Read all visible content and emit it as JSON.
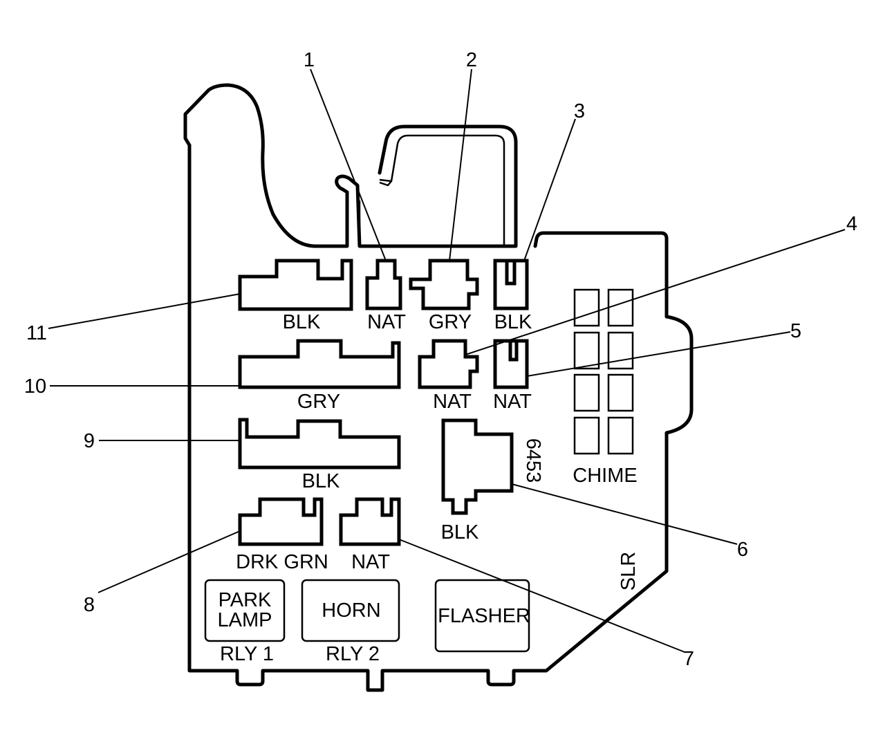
{
  "connectors": [
    {
      "id": "c1",
      "callout": "1",
      "color": "NAT"
    },
    {
      "id": "c2",
      "callout": "2",
      "color": "GRY"
    },
    {
      "id": "c3",
      "callout": "3",
      "color": "BLK"
    },
    {
      "id": "c4",
      "callout": "4",
      "color": "NAT"
    },
    {
      "id": "c5",
      "callout": "5",
      "color": "NAT"
    },
    {
      "id": "c6",
      "callout": "6",
      "color": "BLK",
      "part_number": "6453"
    },
    {
      "id": "c7",
      "callout": "7",
      "color": "NAT"
    },
    {
      "id": "c8",
      "callout": "8",
      "color": "DRK GRN"
    },
    {
      "id": "c9",
      "callout": "9",
      "color": "BLK"
    },
    {
      "id": "c10",
      "callout": "10",
      "color": "GRY"
    },
    {
      "id": "c11",
      "callout": "11",
      "color": "BLK"
    }
  ],
  "relays": [
    {
      "label_line1": "PARK",
      "label_line2": "LAMP",
      "caption": "RLY 1"
    },
    {
      "label": "HORN",
      "caption": "RLY 2"
    },
    {
      "label": "FLASHER"
    }
  ],
  "chime": {
    "label": "CHIME"
  },
  "slr": {
    "label": "SLR"
  }
}
